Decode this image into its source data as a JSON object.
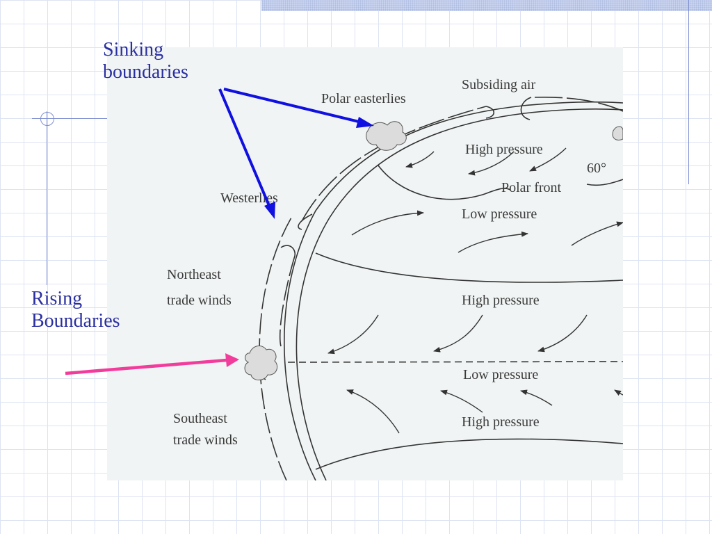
{
  "slide": {
    "annotations": {
      "sinking_line1": "Sinking",
      "sinking_line2": "boundaries",
      "rising_line1": "Rising",
      "rising_line2": "Boundaries"
    },
    "colors": {
      "annotation_text": "#2a2fa0",
      "sinking_arrow": "#1010e0",
      "rising_arrow": "#f23c9c",
      "grid_line": "#dde3f2"
    }
  },
  "diagram": {
    "labels": {
      "polar_easterlies": "Polar easterlies",
      "subsiding_air": "Subsiding air",
      "high_pressure_polar": "High pressure",
      "latitude_60": "60°",
      "polar_front": "Polar front",
      "westerlies": "Westerlies",
      "low_pressure_60": "Low pressure",
      "northeast_trades_1": "Northeast",
      "northeast_trades_2": "trade winds",
      "high_pressure_30n": "High pressure",
      "low_pressure_equator": "Low pressure",
      "southeast_trades_1": "Southeast",
      "southeast_trades_2": "trade winds",
      "high_pressure_30s": "High pressure"
    }
  }
}
